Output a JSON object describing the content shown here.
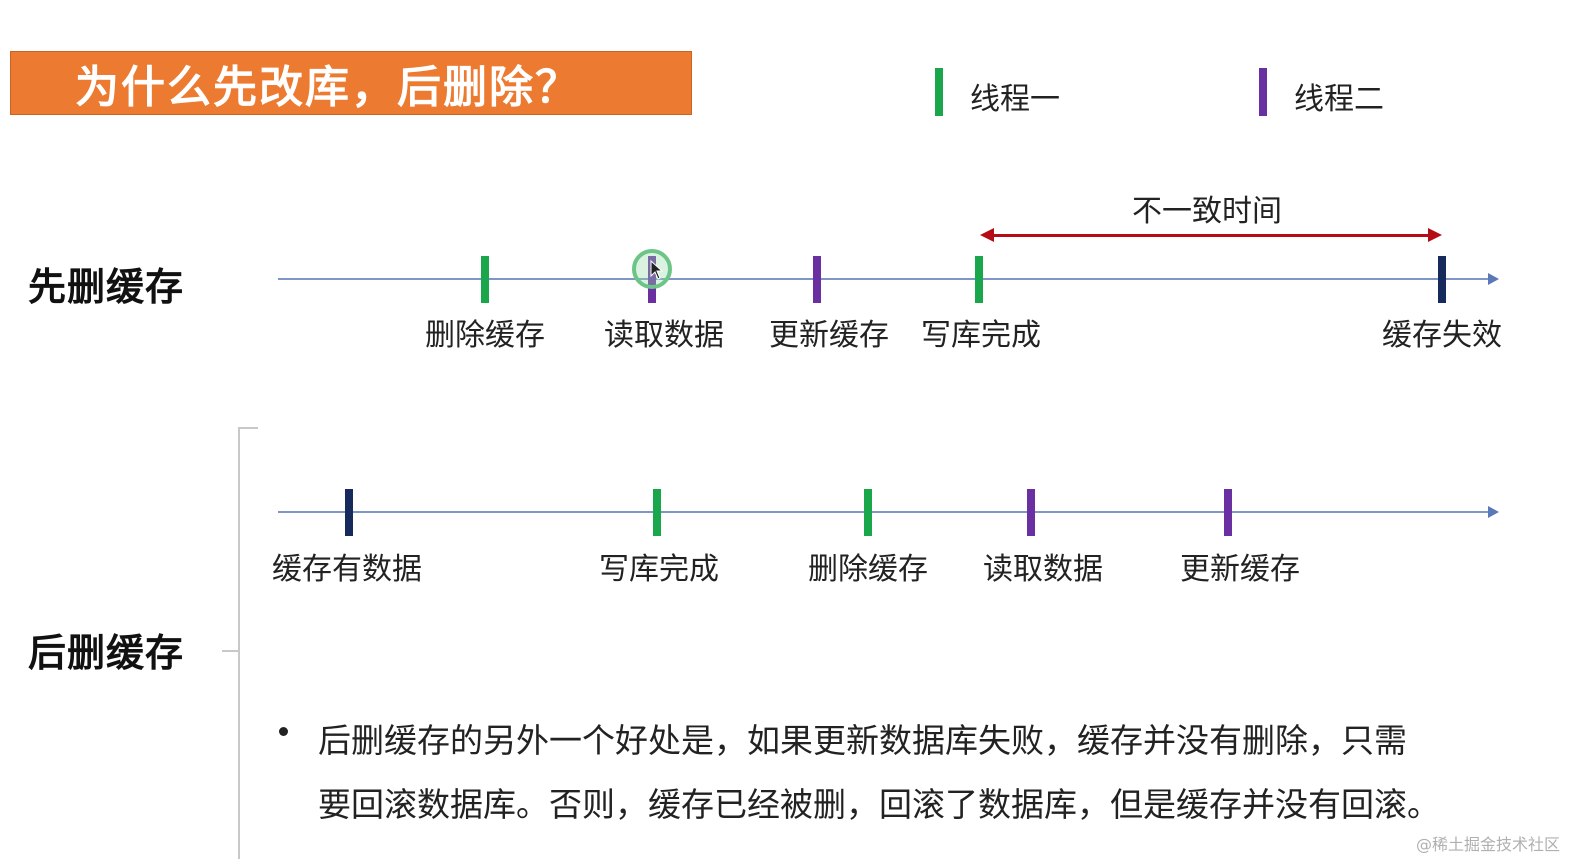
{
  "title": "为什么先改库，后删除？",
  "legend": [
    {
      "label": "线程一",
      "color": "#1aa64a"
    },
    {
      "label": "线程二",
      "color": "#6a2fa0"
    }
  ],
  "colors": {
    "thread1": "#1aa64a",
    "thread2": "#6a2fa0",
    "cache_state": "#162a5c",
    "axis": "#7d95c7",
    "span": "#b40d16",
    "title_bg": "#ec7a30"
  },
  "section1": {
    "label": "先删缓存",
    "span_label": "不一致时间",
    "events": [
      {
        "label": "删除缓存",
        "actor": "thread1"
      },
      {
        "label": "读取数据",
        "actor": "thread2"
      },
      {
        "label": "更新缓存",
        "actor": "thread2"
      },
      {
        "label": "写库完成",
        "actor": "thread1"
      },
      {
        "label": "缓存失效",
        "actor": "cache_state"
      }
    ]
  },
  "section2": {
    "label": "后删缓存",
    "events": [
      {
        "label": "缓存有数据",
        "actor": "cache_state"
      },
      {
        "label": "写库完成",
        "actor": "thread1"
      },
      {
        "label": "删除缓存",
        "actor": "thread1"
      },
      {
        "label": "读取数据",
        "actor": "thread2"
      },
      {
        "label": "更新缓存",
        "actor": "thread2"
      }
    ],
    "note_lines": [
      "后删缓存的另外一个好处是，如果更新数据库失败，缓存并没有删除，只需",
      "要回滚数据库。否则，缓存已经被删，回滚了数据库，但是缓存并没有回滚。"
    ]
  },
  "watermark": "@稀土掘金技术社区"
}
